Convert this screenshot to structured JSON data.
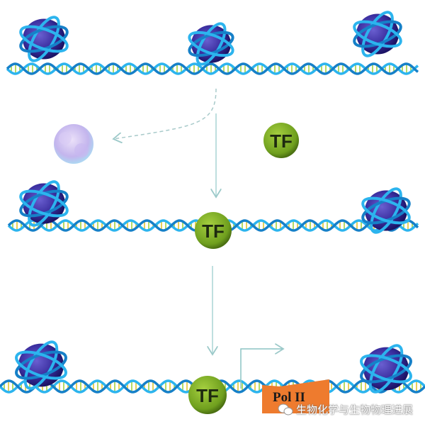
{
  "labels": {
    "tf": "TF",
    "pol2": "Pol II"
  },
  "watermark": "生物化学与生物物理进展",
  "colors": {
    "dna": "#1a9be0",
    "rung": "#9acd32",
    "histone": "#3b2fa0",
    "tf": "#7aab22",
    "pol2": "#ee7b2e",
    "arrow": "#a8d4d4"
  }
}
